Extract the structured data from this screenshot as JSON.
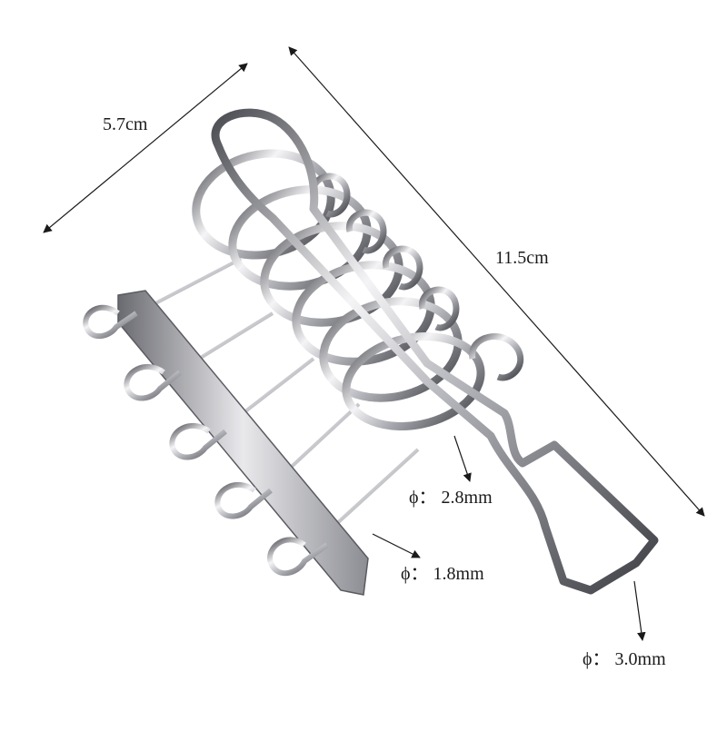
{
  "dimensions": {
    "width": "5.7cm",
    "length": "11.5cm"
  },
  "wire_diameters": {
    "ring": "ϕ： 2.8mm",
    "bar": "ϕ： 1.8mm",
    "handle": "ϕ： 3.0mm"
  },
  "colors": {
    "metal_light": "#f4f4f6",
    "metal_mid": "#a9aab0",
    "metal_dark": "#4b4c52",
    "annotation": "#1a1a1a"
  }
}
